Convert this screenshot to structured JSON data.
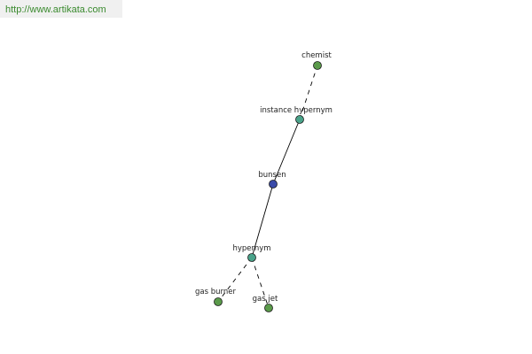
{
  "source_url": "http://www.artikata.com",
  "colors": {
    "leaf_node": "#5a9a4a",
    "relation_node": "#4aa38a",
    "focus_node": "#3a4aa8",
    "edge": "#000000",
    "url_text": "#3a8a2e",
    "url_background": "#f0f0f0"
  },
  "nodes": [
    {
      "id": "chemist",
      "label": "chemist",
      "kind": "leaf"
    },
    {
      "id": "instance_hypernym",
      "label": "instance hypernym",
      "kind": "relation"
    },
    {
      "id": "bunsen",
      "label": "bunsen",
      "kind": "focus"
    },
    {
      "id": "hypernym",
      "label": "hypernym",
      "kind": "relation"
    },
    {
      "id": "gas_burner",
      "label": "gas burner",
      "kind": "leaf"
    },
    {
      "id": "gas_jet",
      "label": "gas jet",
      "kind": "leaf"
    }
  ],
  "edges": [
    {
      "from": "instance_hypernym",
      "to": "chemist",
      "style": "dashed"
    },
    {
      "from": "bunsen",
      "to": "instance_hypernym",
      "style": "solid"
    },
    {
      "from": "bunsen",
      "to": "hypernym",
      "style": "solid"
    },
    {
      "from": "hypernym",
      "to": "gas_burner",
      "style": "dashed"
    },
    {
      "from": "hypernym",
      "to": "gas_jet",
      "style": "dashed"
    }
  ]
}
